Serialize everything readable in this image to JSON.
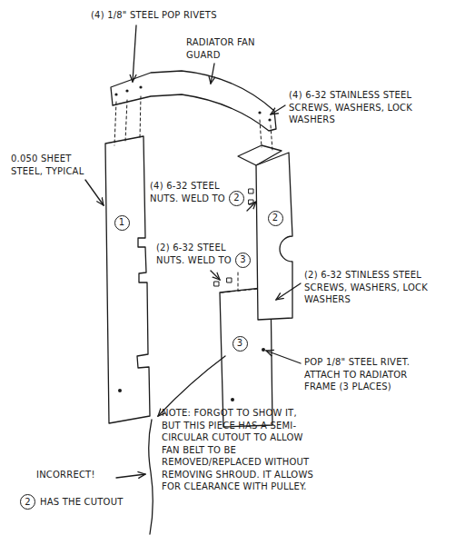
{
  "diagram": {
    "nodes": [
      {
        "text": [
          "2"
        ]
      },
      {
        "text": [
          "1"
        ]
      },
      {
        "text": [
          "2"
        ]
      },
      {
        "text": [
          "3"
        ]
      },
      {
        "text": [
          "3"
        ]
      },
      {
        "text": [
          "2"
        ]
      }
    ],
    "labels": [
      "(4) 1/8\" STEEL POP RIVETS",
      "RADIATOR FAN GUARD",
      "(4) 6-32 STAINLESS STEEL SCREWS, WASHERS, LOCK WASHERS",
      "0.050 SHEET STEEL, TYPICAL",
      "(4) 6-32 STEEL NUTS. WELD TO",
      "(2) 6-32 STEEL NUTS. WELD TO",
      "(2) 6-32 STINLESS STEEL SCREWS, WASHERS, LOCK WASHERS",
      "POP 1/8\" STEEL RIVET. ATTACH TO RADIATOR FRAME (3 PLACES)",
      "NOTE: FORGOT TO SHOW IT, BUT THIS PIECE HAS A SEMI-CIRCULAR CUTOUT TO ALLOW FAN BELT TO BE REMOVED/REPLACED WITHOUT REMOVING SHROUD. IT ALLOWS FOR CLEARANCE WITH PULLEY.",
      "INCORRECT!",
      "HAS THE CUTOUT"
    ]
  }
}
